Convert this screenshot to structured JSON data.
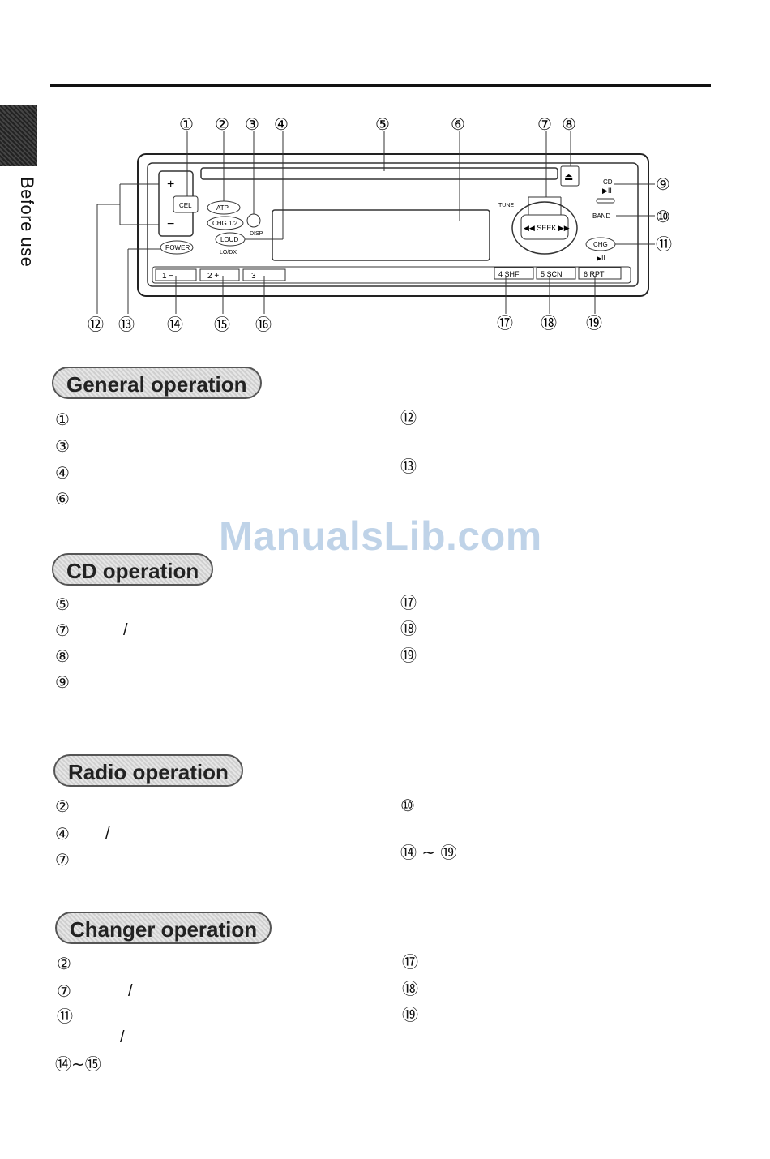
{
  "side_tab": {
    "label": "Before use"
  },
  "watermark": {
    "text": "ManualsLib.com"
  },
  "diagram": {
    "callouts": [
      "①",
      "②",
      "③",
      "④",
      "⑤",
      "⑥",
      "⑦",
      "⑧",
      "⑨",
      "⑩",
      "⑪",
      "⑫",
      "⑬",
      "⑭",
      "⑮",
      "⑯",
      "⑰",
      "⑱",
      "⑲"
    ],
    "buttons": {
      "cel": "CEL",
      "atp": "ATP",
      "chg12": "CHG 1/2",
      "disp": "DISP",
      "loud": "LOUD",
      "lodx": "LO/DX",
      "power": "POWER",
      "plus": "+",
      "minus": "−",
      "tune": "TUNE",
      "seek": "◀◀ SEEK ▶▶",
      "eject": "⏏",
      "cd": "CD",
      "play_pause": "▶II",
      "band": "BAND",
      "chg": "CHG",
      "chg_play": "▶II",
      "preset1": "1   −",
      "preset2": "2   +",
      "preset3": "3",
      "preset4": "4 SHF",
      "preset5": "5 SCN",
      "preset6": "6 RPT"
    }
  },
  "sections": [
    {
      "title": "General operation",
      "left": [
        "①",
        "③",
        "④",
        "⑥"
      ],
      "right": [
        "⑫",
        "⑬"
      ]
    },
    {
      "title": "CD operation",
      "left": [
        "⑤",
        "⑦",
        "⑧",
        "⑨"
      ],
      "right": [
        "⑰",
        "⑱",
        "⑲"
      ]
    },
    {
      "title": "Radio operation",
      "left": [
        "②",
        "④",
        "⑦"
      ],
      "right": [
        "⑩",
        "⑭ ~ ⑲"
      ]
    },
    {
      "title": "Changer operation",
      "left": [
        "②",
        "⑦",
        "⑪",
        "⑭~⑮"
      ],
      "right": [
        "⑰",
        "⑱",
        "⑲"
      ]
    }
  ],
  "slashes": [
    "/",
    "/",
    "/",
    "/",
    "/"
  ]
}
